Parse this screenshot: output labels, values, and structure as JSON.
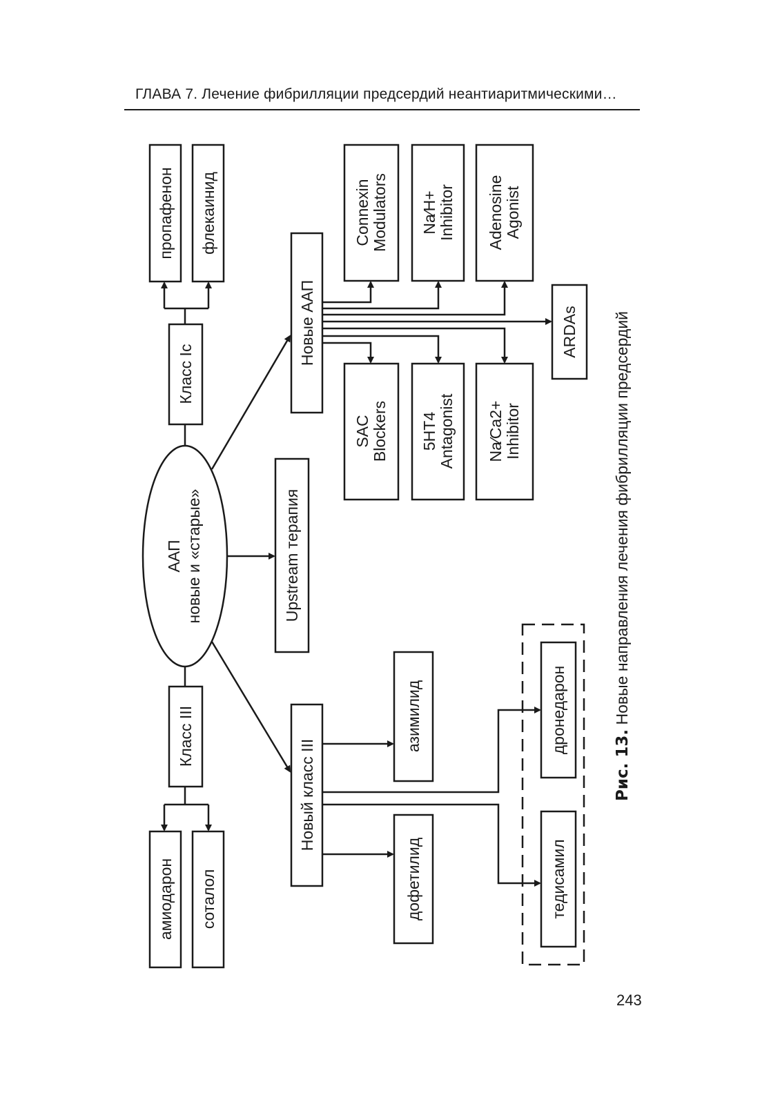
{
  "page": {
    "running_header": "ГЛАВА 7. Лечение фибрилляции предсердий неантиаритмическими…",
    "page_number": "243"
  },
  "figure": {
    "caption_label": "Рис. 13.",
    "caption_text": " Новые направления лечения фибрилляции предсердий",
    "center": [
      "ААП",
      "новые и «старые»"
    ],
    "upstream": "Upstream терапия",
    "class_ic": {
      "label": "Класс Ic",
      "drugs": [
        "пропафенон",
        "флекаинид"
      ]
    },
    "class_iii": {
      "label": "Класс III",
      "drugs": [
        "амиодарон",
        "соталол"
      ]
    },
    "new_aap": {
      "label": "Новые ААП",
      "targets_top": [
        [
          "Connexin",
          "Modulators"
        ],
        [
          "Na⁄H+",
          "Inhibitor"
        ],
        [
          "Adenosine",
          "Agonist"
        ]
      ],
      "targets_bottom": [
        [
          "SAC",
          "Blockers"
        ],
        [
          "5HT4",
          "Antagonist"
        ],
        [
          "Na⁄Ca2+",
          "Inhibitor"
        ]
      ],
      "ardas": "ARDAs"
    },
    "new_class_iii": {
      "label": "Новый класс III",
      "drugs": [
        "азимилид",
        "дофетилид"
      ],
      "dashed_group": [
        "дронедарон",
        "тедисамил"
      ]
    }
  }
}
